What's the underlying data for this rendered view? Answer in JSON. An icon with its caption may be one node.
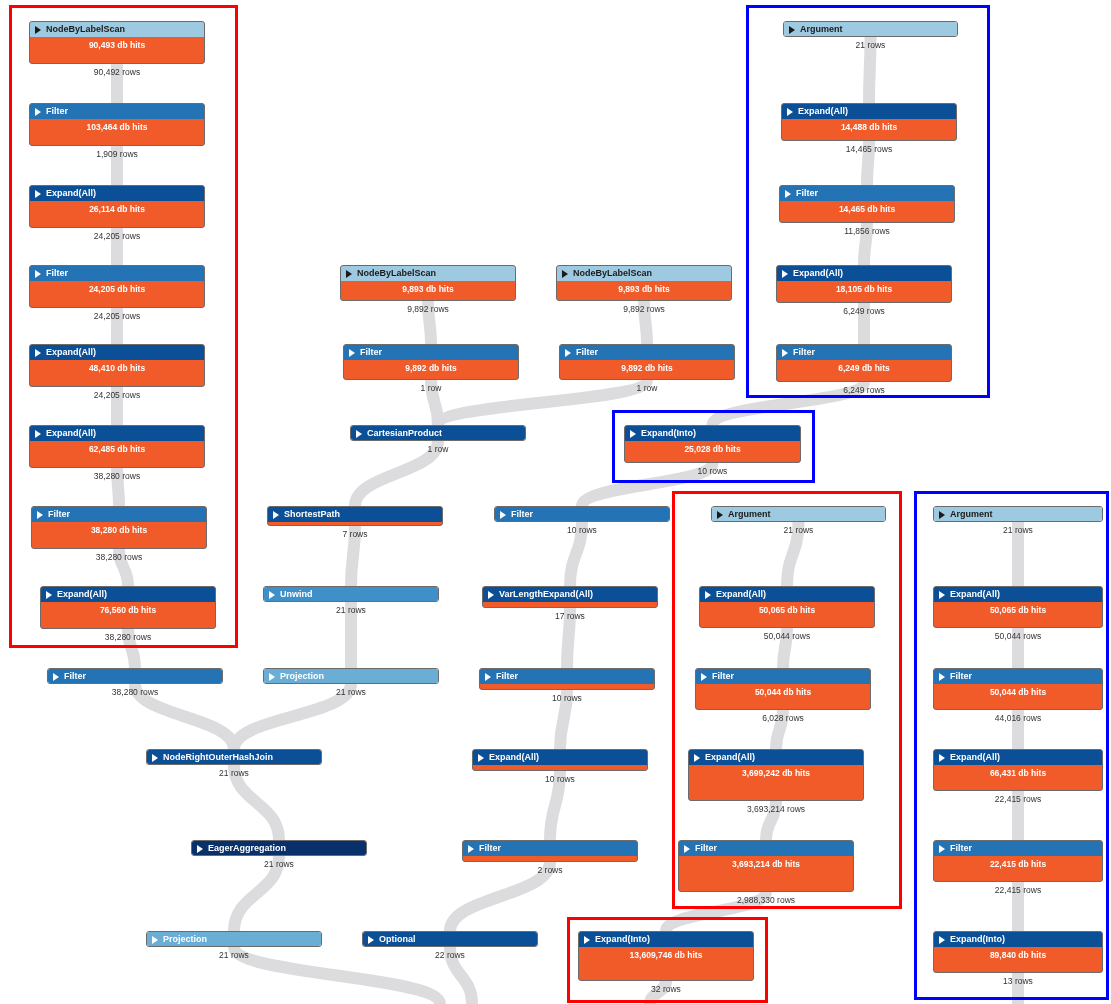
{
  "diagram": {
    "nodes": [
      {
        "text": [],
        "shape": "box"
      },
      {
        "text": [
          "NodeByLabelScan",
          "90,493 db hits"
        ],
        "beside": [
          "90,492 rows"
        ],
        "in": 0
      },
      {
        "text": [
          "Filter",
          "103,464 db hits"
        ],
        "beside": [
          "1,909 rows"
        ],
        "in": 0
      },
      {
        "text": [
          "Expand(All)",
          "26,114 db hits"
        ],
        "beside": [
          "24,205 rows"
        ],
        "in": 0
      },
      {
        "text": [
          "Filter",
          "24,205 db hits"
        ],
        "beside": [
          "24,205 rows"
        ],
        "in": 0
      },
      {
        "text": [
          "Expand(All)",
          "48,410 db hits"
        ],
        "beside": [
          "24,205 rows"
        ],
        "in": 0
      },
      {
        "text": [
          "Expand(All)",
          "62,485 db hits"
        ],
        "beside": [
          "38,280 rows"
        ],
        "in": 0
      },
      {
        "text": [
          "Filter",
          "38,280 db hits"
        ],
        "beside": [
          "38,280 rows"
        ],
        "in": 0
      },
      {
        "text": [
          "Expand(All)",
          "76,560 db hits"
        ],
        "beside": [
          "38,280 rows"
        ],
        "in": 0
      },
      {
        "text": [
          "Filter"
        ],
        "beside": [
          "38,280 rows"
        ]
      },
      {
        "text": [
          "NodeByLabelScan",
          "9,893 db hits"
        ],
        "beside": [
          "9,892 rows"
        ]
      },
      {
        "text": [
          "Filter",
          "9,892 db hits"
        ],
        "beside": [
          "1 row"
        ]
      },
      {
        "text": [
          "NodeByLabelScan",
          "9,893 db hits"
        ],
        "beside": [
          "9,892 rows"
        ]
      },
      {
        "text": [
          "Filter",
          "9,892 db hits"
        ],
        "beside": [
          "1 row"
        ]
      },
      {
        "text": [
          "CartesianProduct"
        ],
        "beside": [
          "1 row"
        ]
      },
      {
        "text": [],
        "shape": "box"
      },
      {
        "text": [
          "Argument"
        ],
        "beside": [
          "21 rows"
        ],
        "in": 15
      },
      {
        "text": [
          "Expand(All)",
          "14,488 db hits"
        ],
        "beside": [
          "14,465 rows"
        ],
        "in": 15
      },
      {
        "text": [
          "Filter",
          "14,465 db hits"
        ],
        "beside": [
          "11,856 rows"
        ],
        "in": 15
      },
      {
        "text": [
          "Expand(All)",
          "18,105 db hits"
        ],
        "beside": [
          "6,249 rows"
        ],
        "in": 15
      },
      {
        "text": [
          "Filter",
          "6,249 db hits"
        ],
        "beside": [
          "6,249 rows"
        ],
        "in": 15
      },
      {
        "text": [],
        "shape": "box"
      },
      {
        "text": [
          "Expand(Into)",
          "25,028 db hits"
        ],
        "beside": [
          "10 rows"
        ],
        "in": 21
      },
      {
        "text": [
          "ShortestPath"
        ],
        "beside": [
          "7 rows"
        ]
      },
      {
        "text": [
          "Filter"
        ],
        "beside": [
          "10 rows"
        ]
      },
      {
        "text": [],
        "shape": "box"
      },
      {
        "text": [
          "Argument"
        ],
        "beside": [
          "21 rows"
        ],
        "in": 25
      },
      {
        "text": [
          "Expand(All)",
          "50,065 db hits"
        ],
        "beside": [
          "50,044 rows"
        ],
        "in": 25
      },
      {
        "text": [
          "Filter",
          "50,044 db hits"
        ],
        "beside": [
          "6,028 rows"
        ],
        "in": 25
      },
      {
        "text": [
          "Expand(All)",
          "3,699,242 db hits"
        ],
        "beside": [
          "3,693,214 rows"
        ],
        "in": 25
      },
      {
        "text": [
          "Filter",
          "3,693,214 db hits"
        ],
        "beside": [
          "2,988,330 rows"
        ],
        "in": 25
      },
      {
        "text": [],
        "shape": "box"
      },
      {
        "text": [
          "Argument"
        ],
        "beside": [
          "21 rows"
        ],
        "in": 31
      },
      {
        "text": [
          "Expand(All)",
          "50,065 db hits"
        ],
        "beside": [
          "50,044 rows"
        ],
        "in": 31
      },
      {
        "text": [
          "Filter",
          "50,044 db hits"
        ],
        "beside": [
          "44,016 rows"
        ],
        "in": 31
      },
      {
        "text": [
          "Expand(All)",
          "66,431 db hits"
        ],
        "beside": [
          "22,415 rows"
        ],
        "in": 31
      },
      {
        "text": [
          "Filter",
          "22,415 db hits"
        ],
        "beside": [
          "22,415 rows"
        ],
        "in": 31
      },
      {
        "text": [
          "Expand(Into)",
          "89,840 db hits"
        ],
        "beside": [
          "13 rows"
        ],
        "in": 31
      },
      {
        "text": [
          "Unwind"
        ],
        "beside": [
          "21 rows"
        ]
      },
      {
        "text": [
          "VarLengthExpand(All)"
        ],
        "beside": [
          "17 rows"
        ]
      },
      {
        "text": [
          "Projection"
        ],
        "beside": [
          "21 rows"
        ]
      },
      {
        "text": [
          "Filter"
        ],
        "beside": [
          "10 rows"
        ]
      },
      {
        "text": [
          "NodeRightOuterHashJoin"
        ],
        "beside": [
          "21 rows"
        ]
      },
      {
        "text": [
          "Expand(All)"
        ],
        "beside": [
          "10 rows"
        ]
      },
      {
        "text": [
          "EagerAggregation"
        ],
        "beside": [
          "21 rows"
        ]
      },
      {
        "text": [
          "Filter"
        ],
        "beside": [
          "2 rows"
        ]
      },
      {
        "text": [
          "Projection"
        ],
        "beside": [
          "21 rows"
        ]
      },
      {
        "text": [
          "Optional"
        ],
        "beside": [
          "22 rows"
        ]
      },
      {
        "text": [],
        "shape": "box"
      },
      {
        "text": [
          "Expand(Into)",
          "13,609,746 db hits"
        ],
        "beside": [
          "32 rows"
        ],
        "in": 48
      }
    ],
    "edges": [
      {
        "from": 1,
        "to": 2,
        "arrow": "none"
      },
      {
        "from": 2,
        "to": 3,
        "arrow": "none"
      },
      {
        "from": 3,
        "to": 4,
        "arrow": "none"
      },
      {
        "from": 4,
        "to": 5,
        "arrow": "none"
      },
      {
        "from": 5,
        "to": 6,
        "arrow": "none"
      },
      {
        "from": 6,
        "to": 7,
        "arrow": "none"
      },
      {
        "from": 7,
        "to": 8,
        "arrow": "none"
      },
      {
        "from": 8,
        "to": 9,
        "arrow": "none"
      },
      {
        "from": 9,
        "to": 42,
        "arrow": "none"
      },
      {
        "from": 10,
        "to": 11,
        "arrow": "none"
      },
      {
        "from": 11,
        "to": 14,
        "arrow": "none"
      },
      {
        "from": 12,
        "to": 13,
        "arrow": "none"
      },
      {
        "from": 13,
        "to": 14,
        "arrow": "none"
      },
      {
        "from": 14,
        "to": 23,
        "arrow": "none"
      },
      {
        "from": 23,
        "to": 38,
        "arrow": "none"
      },
      {
        "from": 38,
        "to": 40,
        "arrow": "none"
      },
      {
        "from": 40,
        "to": 42,
        "arrow": "none"
      },
      {
        "from": 42,
        "to": 44,
        "arrow": "none"
      },
      {
        "from": 44,
        "to": 46,
        "arrow": "none"
      },
      {
        "from": 46,
        "to": null,
        "arrow": "none"
      },
      {
        "from": 16,
        "to": 17,
        "arrow": "none"
      },
      {
        "from": 17,
        "to": 18,
        "arrow": "none"
      },
      {
        "from": 18,
        "to": 19,
        "arrow": "none"
      },
      {
        "from": 19,
        "to": 20,
        "arrow": "none"
      },
      {
        "from": 20,
        "to": 22,
        "arrow": "none"
      },
      {
        "from": 22,
        "to": 24,
        "arrow": "none"
      },
      {
        "from": 24,
        "to": 39,
        "arrow": "none"
      },
      {
        "from": 39,
        "to": 41,
        "arrow": "none"
      },
      {
        "from": 41,
        "to": 43,
        "arrow": "none"
      },
      {
        "from": 43,
        "to": 45,
        "arrow": "none"
      },
      {
        "from": 45,
        "to": 47,
        "arrow": "none"
      },
      {
        "from": 47,
        "to": null,
        "arrow": "none"
      },
      {
        "from": 26,
        "to": 27,
        "arrow": "none"
      },
      {
        "from": 27,
        "to": 28,
        "arrow": "none"
      },
      {
        "from": 28,
        "to": 29,
        "arrow": "none"
      },
      {
        "from": 29,
        "to": 30,
        "arrow": "none"
      },
      {
        "from": 30,
        "to": 49,
        "arrow": "none"
      },
      {
        "from": 49,
        "to": null,
        "arrow": "none"
      },
      {
        "from": 32,
        "to": 33,
        "arrow": "none"
      },
      {
        "from": 33,
        "to": 34,
        "arrow": "none"
      },
      {
        "from": 34,
        "to": 35,
        "arrow": "none"
      },
      {
        "from": 35,
        "to": 36,
        "arrow": "none"
      },
      {
        "from": 36,
        "to": 37,
        "arrow": "none"
      },
      {
        "from": 37,
        "to": null,
        "arrow": "none"
      }
    ]
  }
}
